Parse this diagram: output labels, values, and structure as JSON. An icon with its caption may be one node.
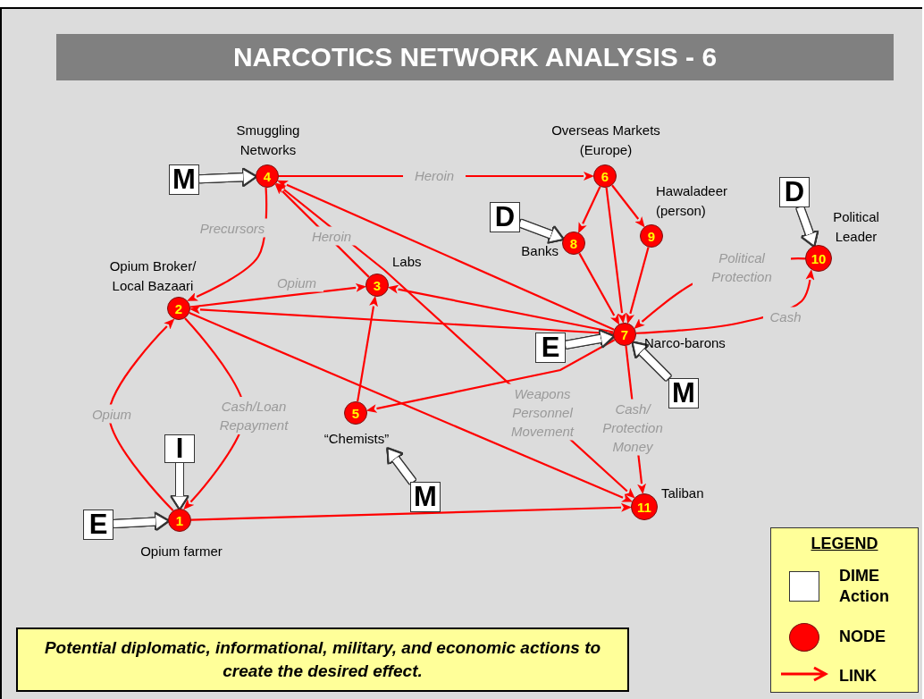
{
  "diagram": {
    "title": "NARCOTICS NETWORK ANALYSIS - 6",
    "caption": "Potential diplomatic, informational, military, and economic actions to create the desired effect.",
    "nodes": [
      {
        "text": [
          "M"
        ]
      },
      {
        "text": [
          "4"
        ],
        "beside": [
          "Smuggling Networks"
        ]
      },
      {
        "text": [
          "6"
        ],
        "beside": [
          "Overseas Markets (Europe)"
        ]
      },
      {
        "text": [
          "D"
        ]
      },
      {
        "text": [
          "8"
        ],
        "beside": [
          "Banks"
        ]
      },
      {
        "text": [
          "9"
        ],
        "beside": [
          "Hawaladeer (person)"
        ]
      },
      {
        "text": [
          "D"
        ]
      },
      {
        "text": [
          "10"
        ],
        "beside": [
          "Political Leader"
        ]
      },
      {
        "text": [
          "2"
        ],
        "beside": [
          "Opium Broker/ Local Bazaari"
        ]
      },
      {
        "text": [
          "3"
        ],
        "beside": [
          "Labs"
        ]
      },
      {
        "text": [
          "7"
        ],
        "beside": [
          "Narco-barons"
        ]
      },
      {
        "text": [
          "E"
        ]
      },
      {
        "text": [
          "M"
        ]
      },
      {
        "text": [
          "5"
        ],
        "beside": [
          "“Chemists”"
        ]
      },
      {
        "text": [
          "I"
        ]
      },
      {
        "text": [
          "M"
        ]
      },
      {
        "text": [
          "E"
        ]
      },
      {
        "text": [
          "1"
        ],
        "beside": [
          "Opium farmer"
        ]
      },
      {
        "text": [
          "11"
        ],
        "beside": [
          "Taliban"
        ]
      }
    ],
    "edges": [
      {
        "from": 1,
        "to": 2,
        "arrow": "to",
        "label": "Heroin"
      },
      {
        "from": 1,
        "to": 8,
        "arrow": "to",
        "label": "Precursors"
      },
      {
        "from": 9,
        "to": 1,
        "arrow": "to",
        "label": "Heroin"
      },
      {
        "from": 1,
        "to": 18,
        "arrow": "both",
        "label": "Weapons Personnel Movement"
      },
      {
        "from": 10,
        "to": 1,
        "arrow": "to"
      },
      {
        "from": 8,
        "to": 9,
        "arrow": "to",
        "label": "Opium"
      },
      {
        "from": 2,
        "to": 4,
        "arrow": "to"
      },
      {
        "from": 2,
        "to": 10,
        "arrow": "to"
      },
      {
        "from": 2,
        "to": 5,
        "arrow": "to"
      },
      {
        "from": 4,
        "to": 10,
        "arrow": "to"
      },
      {
        "from": 5,
        "to": 10,
        "arrow": "to"
      },
      {
        "from": 7,
        "to": 10,
        "arrow": "to",
        "label": "Political Protection"
      },
      {
        "from": 10,
        "to": 7,
        "arrow": "to",
        "label": "Cash"
      },
      {
        "from": 10,
        "to": 9,
        "arrow": "to"
      },
      {
        "from": 10,
        "to": 8,
        "arrow": "to"
      },
      {
        "from": 10,
        "to": 13,
        "arrow": "to"
      },
      {
        "from": 13,
        "to": 9,
        "arrow": "to"
      },
      {
        "from": 8,
        "to": 18,
        "arrow": "to"
      },
      {
        "from": 10,
        "to": 18,
        "arrow": "to",
        "label": "Cash/ Protection Money"
      },
      {
        "from": 17,
        "to": 8,
        "arrow": "to",
        "label": "Opium"
      },
      {
        "from": 8,
        "to": 17,
        "arrow": "to",
        "label": "Cash/Loan Repayment"
      },
      {
        "from": 17,
        "to": 18,
        "arrow": "to"
      },
      {
        "from": 0,
        "to": 1,
        "arrow": "to",
        "style": "thick",
        "color": "#ffffff"
      },
      {
        "from": 3,
        "to": 4,
        "arrow": "to",
        "style": "thick",
        "color": "#ffffff"
      },
      {
        "from": 6,
        "to": 7,
        "arrow": "to",
        "style": "thick",
        "color": "#ffffff"
      },
      {
        "from": 11,
        "to": 10,
        "arrow": "to",
        "style": "thick",
        "color": "#ffffff"
      },
      {
        "from": 12,
        "to": 10,
        "arrow": "to",
        "style": "thick",
        "color": "#ffffff"
      },
      {
        "from": 15,
        "to": 13,
        "arrow": "to",
        "style": "thick",
        "color": "#ffffff"
      },
      {
        "from": 14,
        "to": 17,
        "arrow": "to",
        "style": "thick",
        "color": "#ffffff"
      },
      {
        "from": 16,
        "to": 17,
        "arrow": "to",
        "style": "thick",
        "color": "#ffffff"
      }
    ],
    "labels": [
      "LEGEND"
    ],
    "legend": [
      {
        "text": "DIME Action",
        "color": "#ffffff"
      },
      {
        "text": "NODE",
        "color": "#ff0000"
      },
      {
        "text": "LINK"
      }
    ]
  }
}
